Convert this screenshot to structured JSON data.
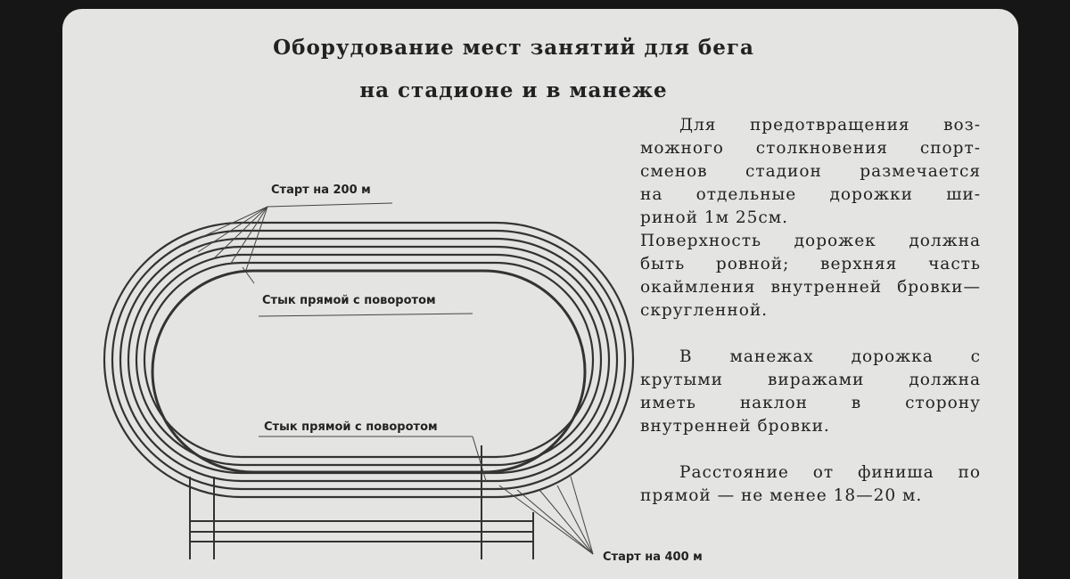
{
  "title": {
    "line1": "Оборудование мест занятий для бега",
    "line2": "на стадионе и в манеже"
  },
  "paragraphs": [
    [
      "Для предотвращения воз-",
      "можного столкновения спорт-",
      "сменов стадион размечается",
      "на отдельные дорожки ши-",
      "риной 1м 25см.",
      "Поверхность дорожек должна",
      "быть ровной; верхняя часть",
      "окаймления внутренней бровки—",
      "скругленной."
    ],
    [
      "В манежах дорожка с",
      "крутыми виражами должна",
      "иметь наклон в сторону",
      "внутренней бровки."
    ],
    [
      "Расстояние от финиша по",
      "прямой — не менее 18—20 м."
    ]
  ],
  "diagram_labels": {
    "start_200": "Старт на 200 м",
    "junction_top": "Стык прямой с поворотом",
    "junction_bottom": "Стык прямой с поворотом",
    "start_400": "Старт на 400 м"
  }
}
